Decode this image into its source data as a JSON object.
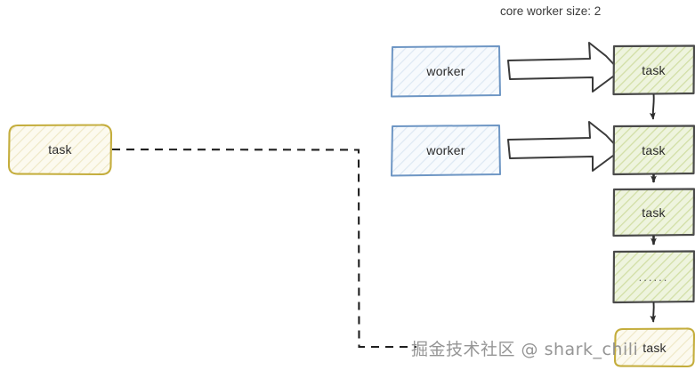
{
  "diagram": {
    "title": "core worker size: 2",
    "watermark": "掘金技术社区 @ shark_chili",
    "colors": {
      "task_green_fill": "#eef3dd",
      "task_green_hatch": "#d4e0ab",
      "task_green_border": "#4a4a4a",
      "worker_blue_fill": "#f4f8fc",
      "worker_blue_hatch": "#d8e4f0",
      "worker_blue_border": "#6e96c4",
      "task_yellow_fill": "#fbf8e8",
      "task_yellow_hatch": "#ece4bd",
      "task_yellow_border": "#c4ad3c",
      "arrow_stroke": "#2d2d2d",
      "dashed_stroke": "#1f1f1f",
      "block_arrow_fill": "#ffffff",
      "block_arrow_stroke": "#3a3a3a",
      "text": "#2b2b2b",
      "background": "#ffffff"
    },
    "incoming_task": {
      "label": "task"
    },
    "workers": [
      {
        "label": "worker"
      },
      {
        "label": "worker"
      }
    ],
    "block_arrows": [
      {
        "name": "dispatch-arrow-1"
      },
      {
        "name": "dispatch-arrow-2"
      }
    ],
    "queue": [
      {
        "label": "task",
        "kind": "green"
      },
      {
        "label": "task",
        "kind": "green"
      },
      {
        "label": "task",
        "kind": "green"
      },
      {
        "label": "......",
        "kind": "green"
      },
      {
        "label": "task",
        "kind": "yellow"
      }
    ]
  }
}
